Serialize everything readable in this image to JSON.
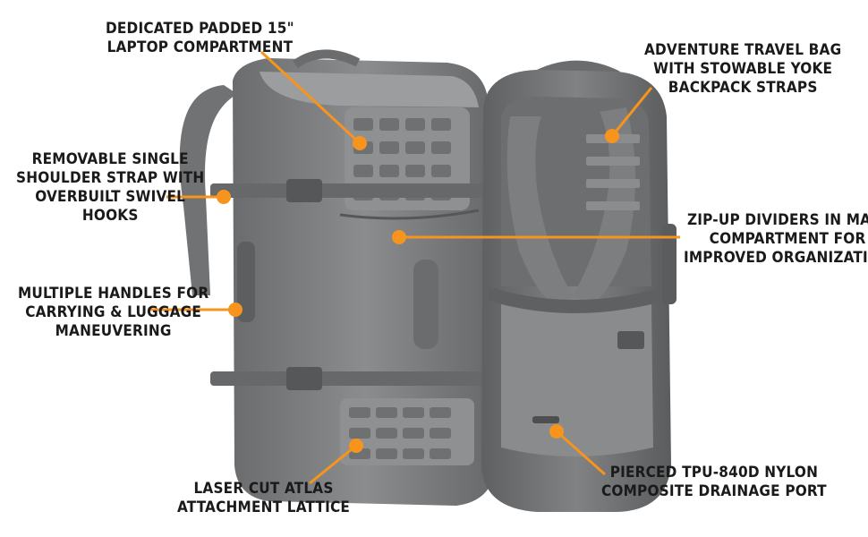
{
  "colors": {
    "accent": "#f7941d",
    "bag_dark": "#5f6163",
    "bag_mid": "#7a7c7e",
    "bag_light": "#9a9c9e"
  },
  "callouts": {
    "laptop": {
      "lines": [
        "Dedicated padded 15\"",
        "Laptop compartment"
      ]
    },
    "travel": {
      "lines": [
        "Adventure travel bag",
        "with stowable yoke",
        "backpack straps"
      ]
    },
    "shoulder": {
      "lines": [
        "Removable single",
        "shoulder strap with",
        "overbuilt swivel",
        "hooks"
      ]
    },
    "dividers": {
      "lines": [
        "Zip-up dividers in main",
        "compartment for",
        "improved organization"
      ]
    },
    "handles": {
      "lines": [
        "Multiple handles for",
        "carrying & luggage",
        "maneuvering"
      ]
    },
    "lattice": {
      "lines": [
        "Laser cut atlas",
        "attachment lattice"
      ]
    },
    "drainage": {
      "lines": [
        "Pierced TPU-840D nylon",
        "composite drainage port"
      ]
    }
  }
}
